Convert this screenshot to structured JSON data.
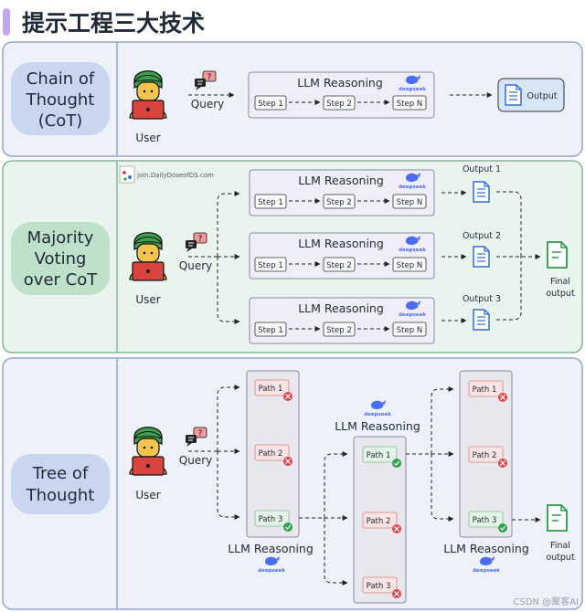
{
  "title": "提示工程三大技术",
  "sections": {
    "cot": {
      "label_lines": [
        "Chain of",
        "Thought",
        "(CoT)"
      ],
      "user": "User",
      "query": "Query",
      "llm": "LLM Reasoning",
      "brand": "deepseek",
      "steps": [
        "Step 1",
        "Step 2",
        "Step N"
      ],
      "output": "Output"
    },
    "majority": {
      "label_lines": [
        "Majority",
        "Voting",
        "over CoT"
      ],
      "watermark": "join.DailyDoseofDS.com",
      "user": "User",
      "query": "Query",
      "llm": "LLM Reasoning",
      "brand": "deepseek",
      "steps": [
        "Step 1",
        "Step 2",
        "Step N"
      ],
      "outputs": [
        "Output 1",
        "Output 2",
        "Output 3"
      ],
      "final_lines": [
        "Final",
        "output"
      ]
    },
    "tot": {
      "label_lines": [
        "Tree of",
        "Thought"
      ],
      "user": "User",
      "query": "Query",
      "llm": "LLM Reasoning",
      "brand": "deepseek",
      "paths": [
        "Path 1",
        "Path 2",
        "Path 3"
      ],
      "final_lines": [
        "Final",
        "output"
      ]
    }
  },
  "footer": "CSDN @聚客AI",
  "colors": {
    "accent": "#c4a5f0",
    "section_bg": [
      "#eef1fa",
      "#eaf4ee",
      "#eef1fa"
    ],
    "section_border": [
      "#93a5cc",
      "#86b596",
      "#93a5cc"
    ],
    "label_pill": [
      "#c9d6ef",
      "#bfe0c9",
      "#c9d6ef"
    ],
    "llm_box_bg": "#efedf7",
    "tot_box_bg": "#e9e7ee",
    "output_box": "#d6e6f6",
    "doc_icon": "#2f6fcf",
    "final_icon": "#2e9a4a",
    "path_ok": "#2fa24e",
    "path_bad": "#e0484f"
  }
}
